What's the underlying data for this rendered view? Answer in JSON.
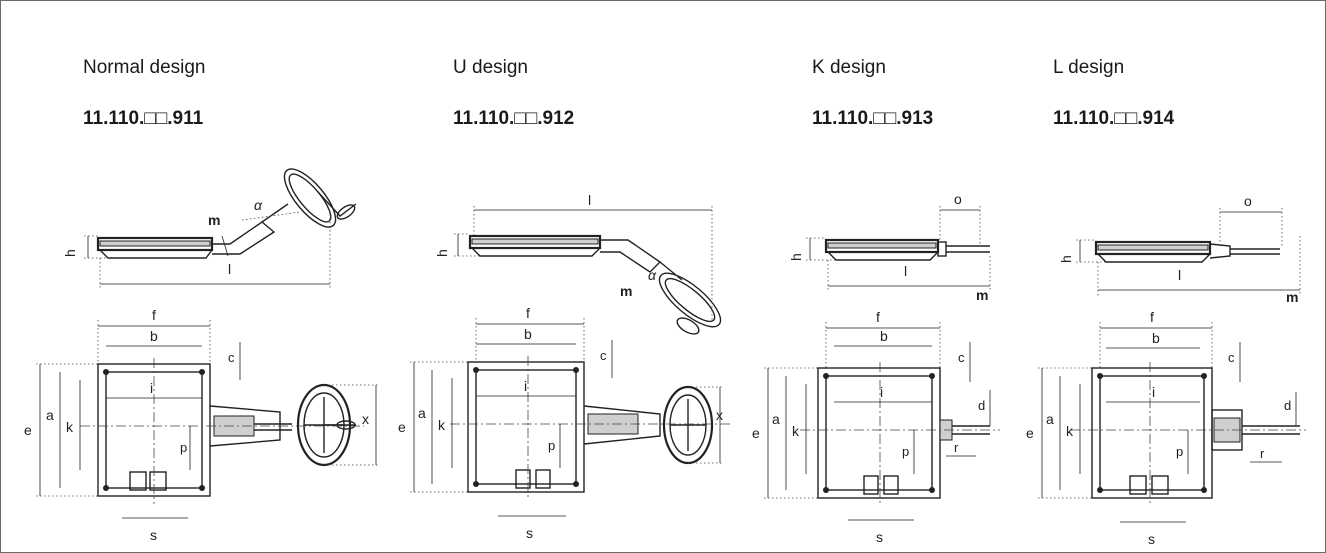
{
  "designs": [
    {
      "title": "Normal design",
      "code": "11.110.□□.911"
    },
    {
      "title": "U design",
      "code": "11.110.□□.912"
    },
    {
      "title": "K design",
      "code": "11.110.□□.913"
    },
    {
      "title": "L design",
      "code": "11.110.□□.914"
    }
  ],
  "dimension_labels": {
    "h": "h",
    "l": "l",
    "m": "m",
    "alpha": "α",
    "o": "o",
    "f": "f",
    "b": "b",
    "c": "c",
    "e": "e",
    "a": "a",
    "k": "k",
    "i": "i",
    "p": "p",
    "s": "s",
    "x": "x",
    "d": "d",
    "r": "r"
  }
}
